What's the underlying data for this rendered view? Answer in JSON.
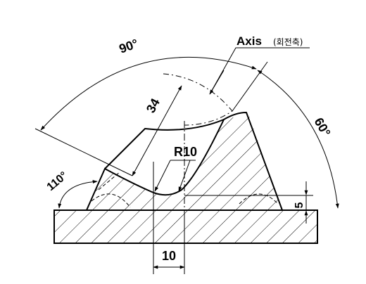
{
  "drawing": {
    "labels": {
      "angle_top": "90°",
      "angle_right": "60°",
      "angle_left": "110°",
      "length": "34",
      "radius": "R10",
      "height": "5",
      "width": "10",
      "axis": "Axis",
      "axis_sub": "(회전축)"
    }
  }
}
